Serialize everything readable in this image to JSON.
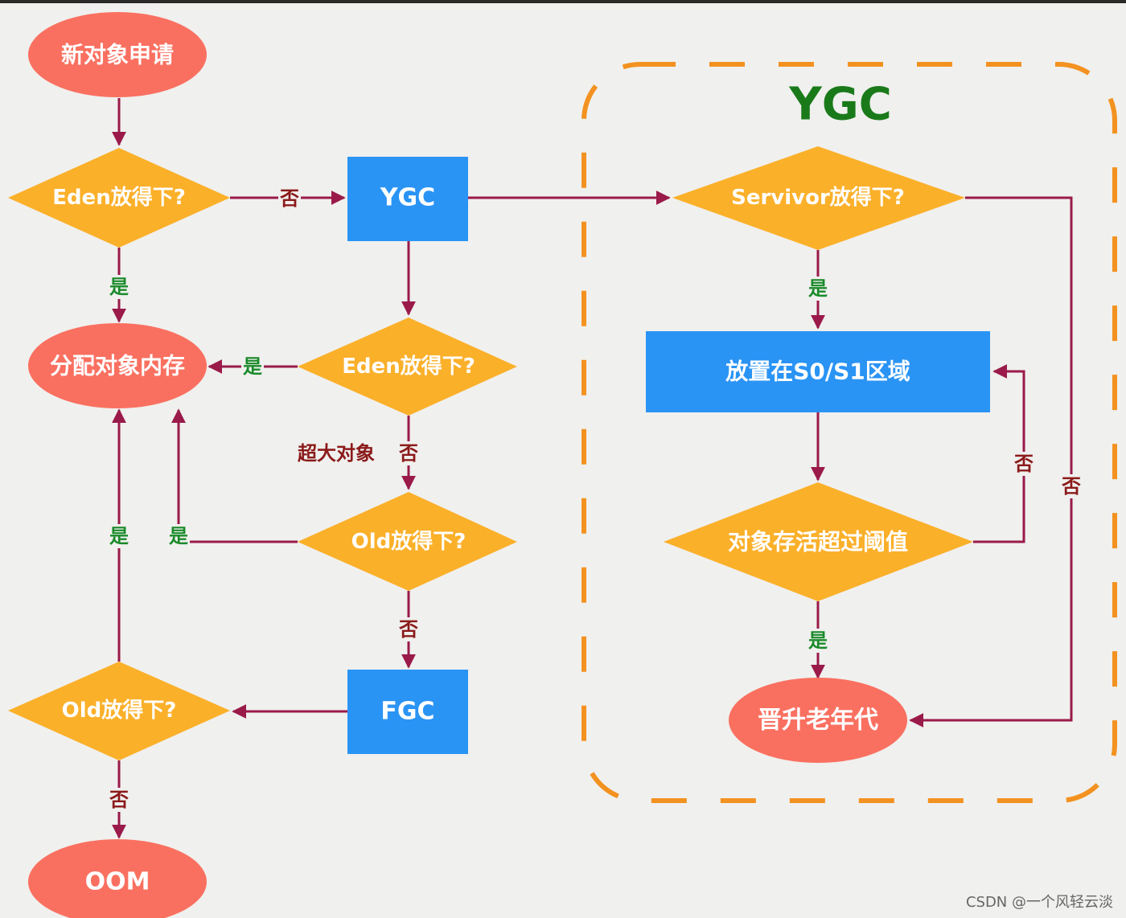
{
  "colors": {
    "terminal": "#fa7060",
    "decision": "#fbb02a",
    "process": "#2a94f5",
    "edge": "#9a1a4a",
    "yes_label": "#1a8a2a",
    "no_label": "#8b1a1a",
    "group_border": "#f39220",
    "group_title": "#1a7a1a",
    "background": "#f0f0ee"
  },
  "group": {
    "title": "YGC"
  },
  "nodes": {
    "start": {
      "text": "新对象申请",
      "shape": "ellipse"
    },
    "eden_check_1": {
      "text": "Eden放得下?",
      "shape": "diamond"
    },
    "ygc": {
      "text": "YGC",
      "shape": "rect"
    },
    "allocate": {
      "text": "分配对象内存",
      "shape": "ellipse"
    },
    "eden_check_2": {
      "text": "Eden放得下?",
      "shape": "diamond"
    },
    "old_check_1": {
      "text": "Old放得下?",
      "shape": "diamond"
    },
    "fgc": {
      "text": "FGC",
      "shape": "rect"
    },
    "old_check_2": {
      "text": "Old放得下?",
      "shape": "diamond"
    },
    "oom": {
      "text": "OOM",
      "shape": "ellipse"
    },
    "survivor_check": {
      "text": "Servivor放得下?",
      "shape": "diamond"
    },
    "place_s0s1": {
      "text": "放置在S0/S1区域",
      "shape": "rect"
    },
    "age_check": {
      "text": "对象存活超过阈值",
      "shape": "diamond"
    },
    "promote": {
      "text": "晋升老年代",
      "shape": "ellipse"
    }
  },
  "edges": [
    {
      "from": "start",
      "to": "eden_check_1",
      "label": ""
    },
    {
      "from": "eden_check_1",
      "to": "ygc",
      "label": "否"
    },
    {
      "from": "eden_check_1",
      "to": "allocate",
      "label": "是"
    },
    {
      "from": "ygc",
      "to": "survivor_check",
      "label": ""
    },
    {
      "from": "ygc",
      "to": "eden_check_2",
      "label": ""
    },
    {
      "from": "eden_check_2",
      "to": "allocate",
      "label": "是"
    },
    {
      "from": "eden_check_2",
      "to": "old_check_1",
      "label": "否",
      "note": "超大对象"
    },
    {
      "from": "old_check_1",
      "to": "allocate",
      "label": "是"
    },
    {
      "from": "old_check_1",
      "to": "fgc",
      "label": "否"
    },
    {
      "from": "fgc",
      "to": "old_check_2",
      "label": ""
    },
    {
      "from": "old_check_2",
      "to": "allocate",
      "label": "是"
    },
    {
      "from": "old_check_2",
      "to": "oom",
      "label": "否"
    },
    {
      "from": "survivor_check",
      "to": "place_s0s1",
      "label": "是"
    },
    {
      "from": "survivor_check",
      "to": "promote",
      "label": "否"
    },
    {
      "from": "place_s0s1",
      "to": "age_check",
      "label": ""
    },
    {
      "from": "age_check",
      "to": "place_s0s1",
      "label": "否"
    },
    {
      "from": "age_check",
      "to": "promote",
      "label": "是"
    }
  ],
  "labels": {
    "yes": "是",
    "no": "否",
    "huge_object": "超大对象"
  },
  "watermark": "CSDN @一个风轻云淡"
}
